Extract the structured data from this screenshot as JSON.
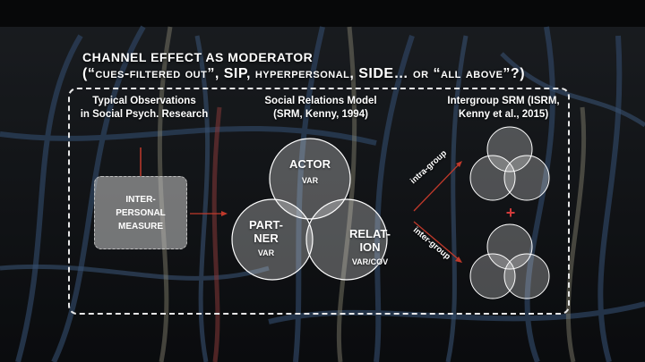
{
  "title": {
    "line1": "CHANNEL EFFECT AS MODERATOR",
    "line2": "(“cues-filtered out”, SIP, hyperpersonal, SIDE… or “all above”?)"
  },
  "columns": {
    "left": {
      "line1": "Typical Observations",
      "line2": "in Social Psych. Research"
    },
    "middle": {
      "line1": "Social Relations Model",
      "line2": "(SRM, Kenny, 1994)"
    },
    "right": {
      "line1": "Intergroup SRM (ISRM,",
      "line2": "Kenny et al., 2015)"
    }
  },
  "measure_box": {
    "line1": "INTER-",
    "line2": "PERSONAL",
    "line3": "MEASURE"
  },
  "venn": {
    "actor": {
      "name": "ACTOR",
      "sub": "VAR"
    },
    "partner": {
      "name_line1": "PART-",
      "name_line2": "NER",
      "sub": "VAR"
    },
    "relation": {
      "name_line1": "RELAT-",
      "name_line2": "ION",
      "sub": "VAR/COV"
    }
  },
  "arrows": {
    "intra": "intra-group",
    "inter": "inter-group"
  },
  "plus_sign": "+",
  "colors": {
    "arrow": "#c0392b",
    "plus": "#d23b3b",
    "circle_fill": "rgba(255,255,255,0.28)"
  }
}
